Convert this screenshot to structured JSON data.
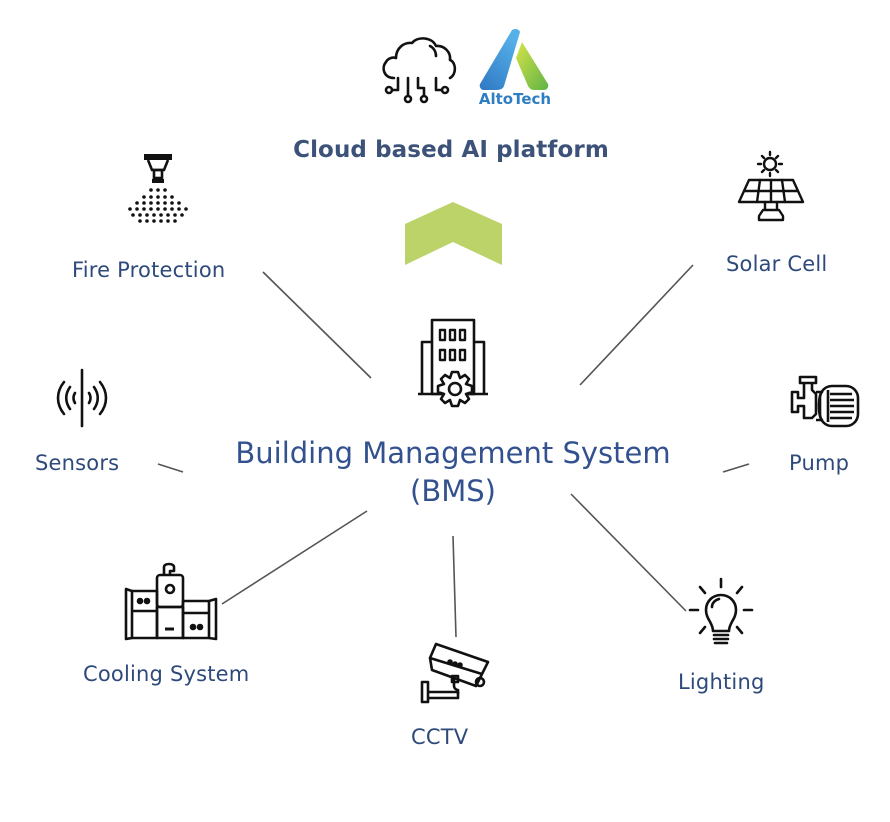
{
  "header": {
    "logo_text": "AltoTech",
    "logo_colors": {
      "blue": "#3a8fd6",
      "green": "#8cc63f",
      "text": "#2f7ec1"
    },
    "platform_title": "Cloud based AI platform",
    "arrow_color": "#bcd36a",
    "icons": [
      "cloud-network-icon",
      "altotech-logo"
    ]
  },
  "center": {
    "title_line1": "Building Management System",
    "title_line2": "(BMS)",
    "icon": "building-gear-icon"
  },
  "nodes": [
    {
      "id": "fire-protection",
      "label": "Fire Protection",
      "icon": "sprinkler-icon"
    },
    {
      "id": "solar-cell",
      "label": "Solar Cell",
      "icon": "solar-panel-icon"
    },
    {
      "id": "sensors",
      "label": "Sensors",
      "icon": "sensor-signal-icon"
    },
    {
      "id": "pump",
      "label": "Pump",
      "icon": "pump-icon"
    },
    {
      "id": "cooling-system",
      "label": "Cooling System",
      "icon": "chiller-icon"
    },
    {
      "id": "cctv",
      "label": "CCTV",
      "icon": "cctv-camera-icon"
    },
    {
      "id": "lighting",
      "label": "Lighting",
      "icon": "light-bulb-icon"
    }
  ],
  "colors": {
    "label_text": "#2e4a7a",
    "title_text": "#3d5278",
    "bms_text": "#33518f",
    "connector": "#555555",
    "icon_stroke": "#111111"
  }
}
